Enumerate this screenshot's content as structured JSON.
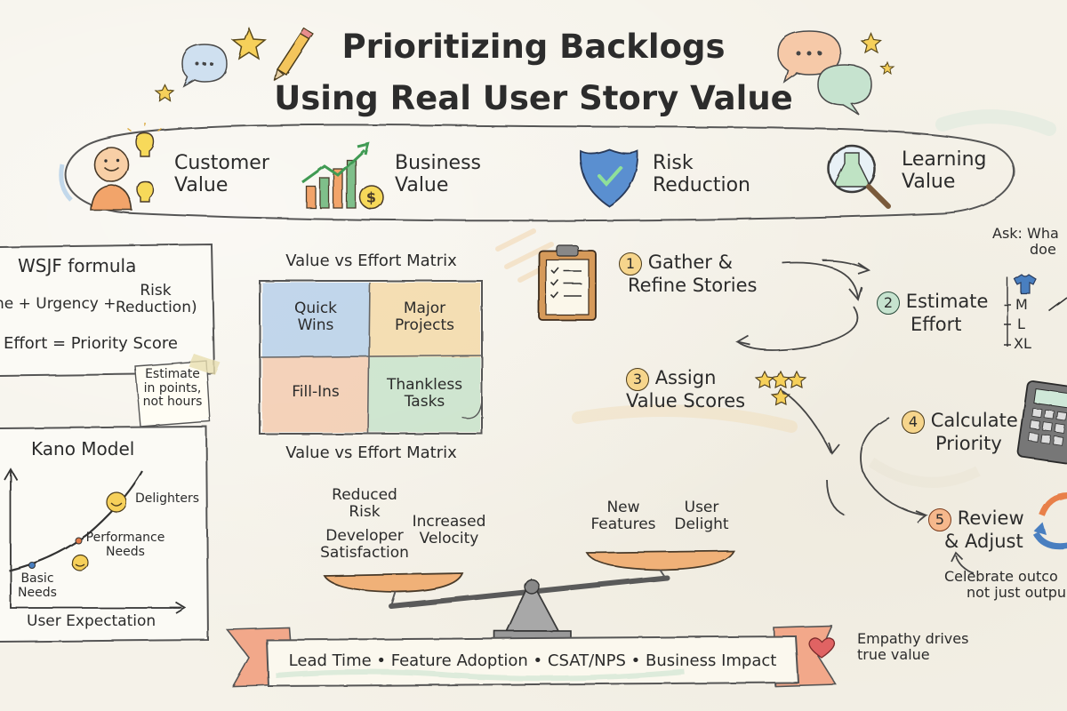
{
  "title": {
    "line1": "Prioritizing Backlogs",
    "line2": "Using Real User Story Value"
  },
  "value_types": [
    {
      "line1": "Customer",
      "line2": "Value",
      "icon": "smiling-person-lightbulb-icon"
    },
    {
      "line1": "Business",
      "line2": "Value",
      "icon": "bar-chart-dollar-icon"
    },
    {
      "line1": "Risk",
      "line2": "Reduction",
      "icon": "shield-check-icon"
    },
    {
      "line1": "Learning",
      "line2": "Value",
      "icon": "magnifier-flask-icon"
    }
  ],
  "wsjf": {
    "title": "WSJF formula",
    "formula_line1_left": "ne + Urgency +",
    "formula_risk_line1": "Risk",
    "formula_risk_line2": "Reduction)",
    "formula_line2": "Effort = Priority Score",
    "note_line1": "Estimate",
    "note_line2": "in points,",
    "note_line3": "not hours"
  },
  "matrix": {
    "title_top": "Value vs Effort Matrix",
    "title_bottom": "Value vs Effort Matrix",
    "quadrants": [
      {
        "line1": "Quick",
        "line2": "Wins",
        "color": "#a9c9e8"
      },
      {
        "line1": "Major",
        "line2": "Projects",
        "color": "#f3d49a"
      },
      {
        "line1": "Fill-Ins",
        "line2": "",
        "color": "#f2c3a4"
      },
      {
        "line1": "Thankless",
        "line2": "Tasks",
        "color": "#bfe0c4"
      }
    ]
  },
  "kano": {
    "title": "Kano Model",
    "delighters": "Delighters",
    "performance_line1": "Performance",
    "performance_line2": "Needs",
    "basic_line1": "Basic",
    "basic_line2": "Needs",
    "xlabel": "User Expectation"
  },
  "steps": [
    {
      "num": "1",
      "line1": "Gather &",
      "line2": "Refine Stories",
      "icon": "clipboard-checklist-icon"
    },
    {
      "num": "2",
      "line1": "Estimate",
      "line2": "Effort",
      "icon": "tshirt-size-icon"
    },
    {
      "num": "3",
      "line1": "Assign",
      "line2": "Value Scores",
      "icon": "stars-icon"
    },
    {
      "num": "4",
      "line1": "Calculate",
      "line2": "Priority",
      "icon": "calculator-icon"
    },
    {
      "num": "5",
      "line1": "Review",
      "line2": "& Adjust",
      "icon": "cycle-arrows-icon"
    }
  ],
  "sizes": [
    "M",
    "L",
    "XL"
  ],
  "ask": {
    "line1": "Ask: Wha",
    "line2": "doe"
  },
  "celebrate": {
    "line1": "Celebrate outco",
    "line2": "not just outpu"
  },
  "scale": {
    "left_items": [
      {
        "line1": "Reduced",
        "line2": "Risk",
        "line3": ""
      },
      {
        "line1": "Increased",
        "line2": "Velocity",
        "line3": ""
      },
      {
        "line1": "Developer",
        "line2": "Satisfaction",
        "line3": ""
      }
    ],
    "right_items": [
      {
        "line1": "New",
        "line2": "Features"
      },
      {
        "line1": "User",
        "line2": "Delight"
      }
    ]
  },
  "metrics": "Lead Time • Feature Adoption • CSAT/NPS • Business Impact",
  "empathy": {
    "line1": "Empathy drives",
    "line2": "true value"
  }
}
